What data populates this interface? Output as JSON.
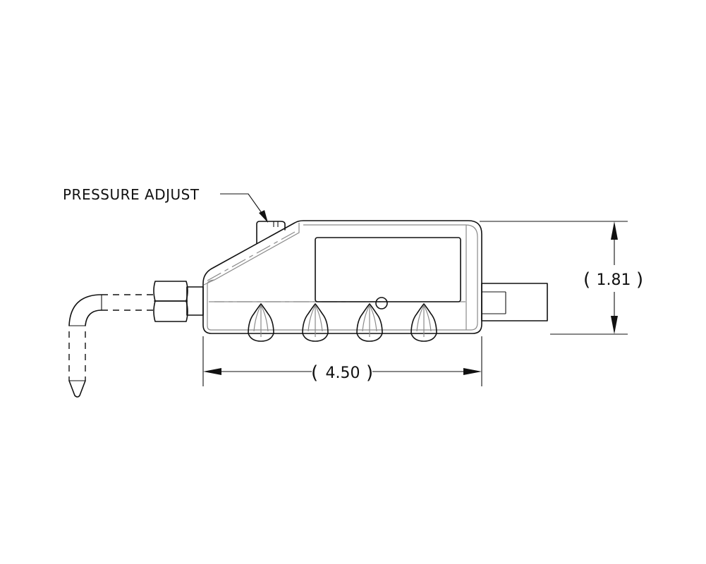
{
  "callout": {
    "label": "PRESSURE ADJUST"
  },
  "dimensions": {
    "width_label": "4.50",
    "height_label": "1.81"
  },
  "colors": {
    "line": "#111111",
    "hidden_line": "#8a8a8a",
    "background": "#ffffff"
  }
}
